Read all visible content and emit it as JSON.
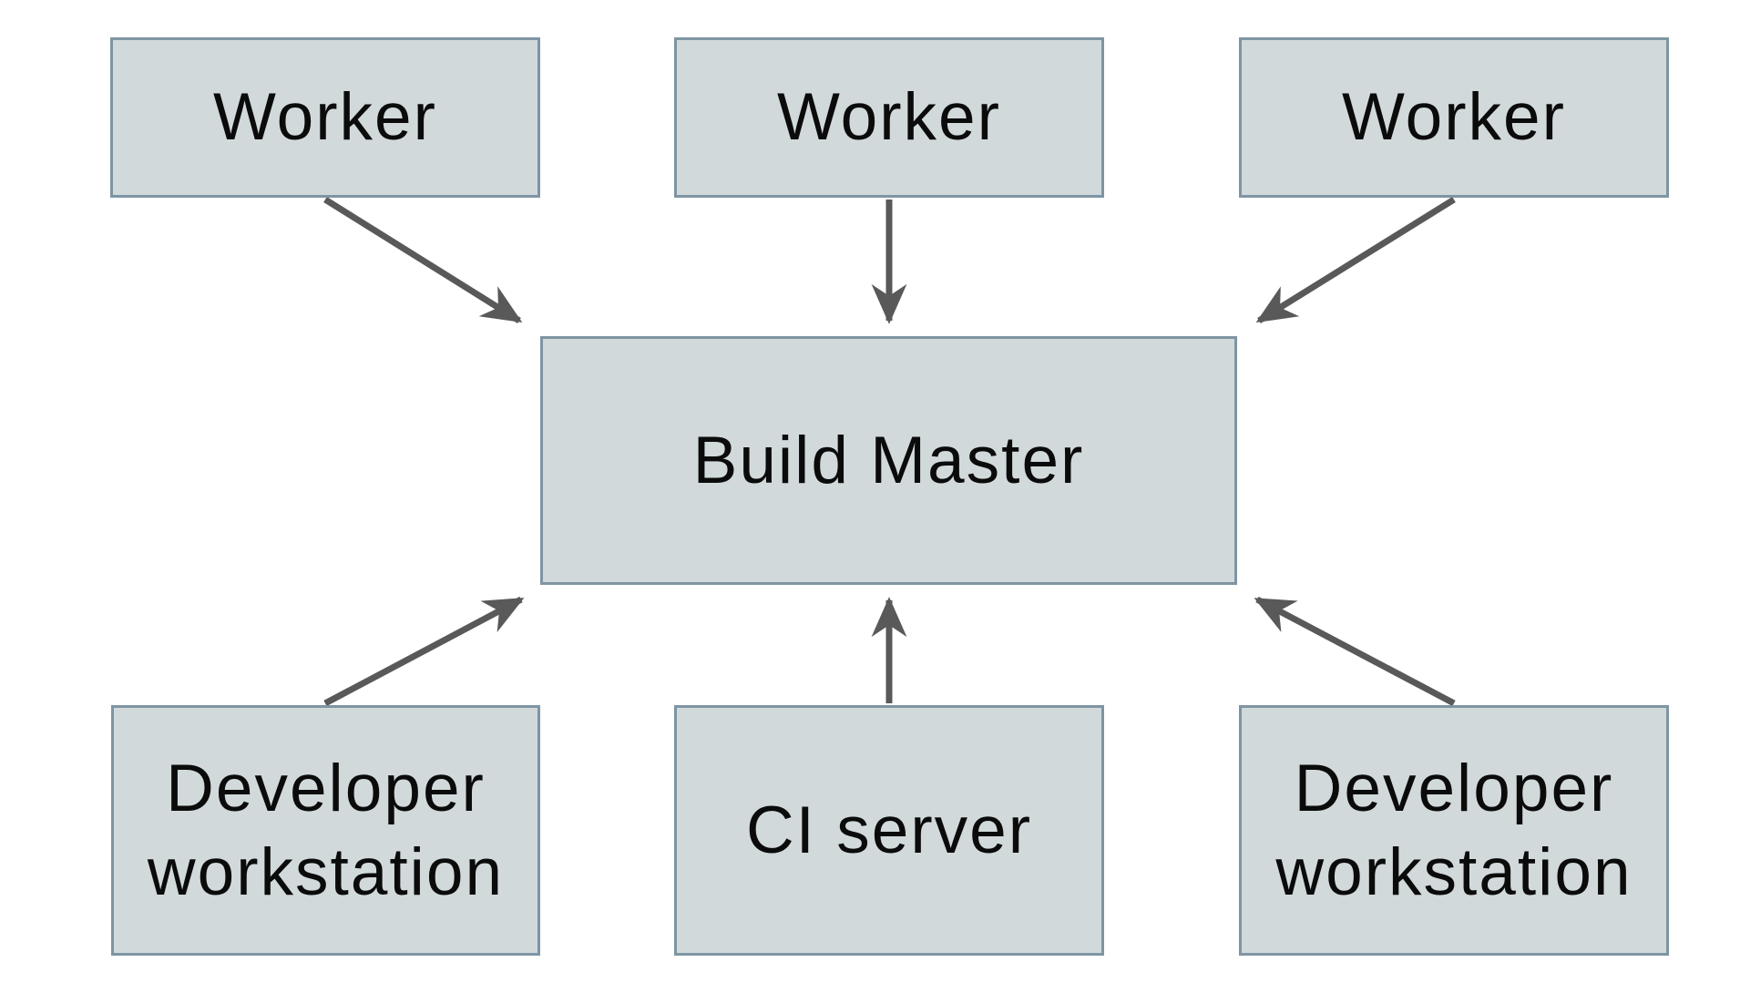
{
  "diagram": {
    "description": "Distributed build system diagram: three Workers, two Developer workstations and a CI server all point to a central Build Master",
    "nodes": {
      "worker_left": {
        "label": "Worker"
      },
      "worker_center": {
        "label": "Worker"
      },
      "worker_right": {
        "label": "Worker"
      },
      "build_master": {
        "label": "Build Master"
      },
      "dev_left": {
        "label": "Developer workstation"
      },
      "ci_server": {
        "label": "CI server"
      },
      "dev_right": {
        "label": "Developer workstation"
      }
    },
    "edges": [
      {
        "from": "worker_left",
        "to": "build_master"
      },
      {
        "from": "worker_center",
        "to": "build_master"
      },
      {
        "from": "worker_right",
        "to": "build_master"
      },
      {
        "from": "dev_left",
        "to": "build_master"
      },
      {
        "from": "ci_server",
        "to": "build_master"
      },
      {
        "from": "dev_right",
        "to": "build_master"
      }
    ],
    "colors": {
      "node_fill": "#d1d9db",
      "node_border": "#7e95a3",
      "arrow": "#595959",
      "text": "#0b0b0b",
      "background": "#ffffff"
    }
  }
}
